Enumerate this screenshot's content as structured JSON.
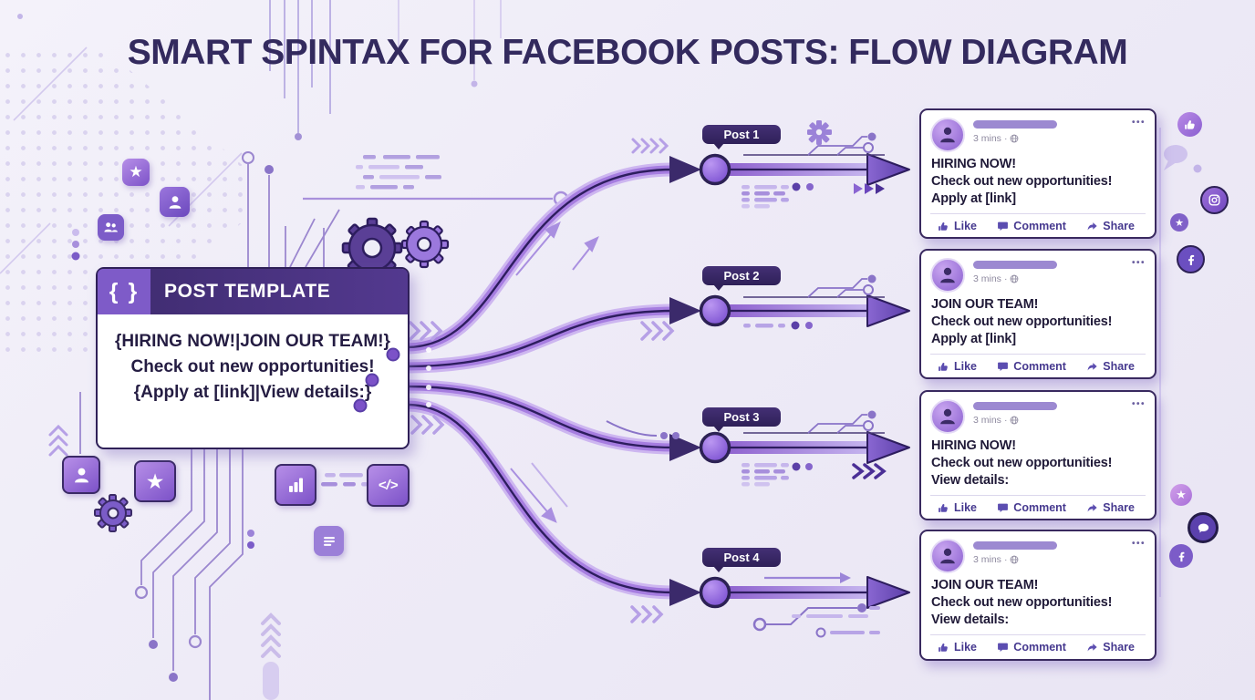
{
  "title": "SMART SPINTAX FOR FACEBOOK POSTS: FLOW DIAGRAM",
  "template": {
    "icon_label": "{ }",
    "header": "POST TEMPLATE",
    "lines": [
      "{HIRING NOW!|JOIN OUR TEAM!}",
      "Check out new opportunities!",
      "{Apply at [link]|View details:}"
    ]
  },
  "flow": {
    "labels": [
      "Post 1",
      "Post 2",
      "Post 3",
      "Post 4"
    ]
  },
  "posts": [
    {
      "meta": "3 mins",
      "lines": [
        "HIRING NOW!",
        "Check out new opportunities!",
        "Apply at [link]"
      ]
    },
    {
      "meta": "3 mins",
      "lines": [
        "JOIN OUR TEAM!",
        "Check out new opportunities!",
        "Apply at [link]"
      ]
    },
    {
      "meta": "3 mins",
      "lines": [
        "HIRING NOW!",
        "Check out new opportunities!",
        "View details:"
      ]
    },
    {
      "meta": "3 mins",
      "lines": [
        "JOIN OUR TEAM!",
        "Check out new opportunities!",
        "View details:"
      ]
    }
  ],
  "actions": {
    "like": "Like",
    "comment": "Comment",
    "share": "Share"
  },
  "menu_glyph": "•••",
  "meta_separator": "·",
  "colors": {
    "background": "#efedf7",
    "accent_purple": "#7c52c8",
    "header_purple": "#46317c",
    "dark_outline": "#2d1d5e",
    "action_text": "#46398f",
    "title_text": "#332a5e"
  }
}
